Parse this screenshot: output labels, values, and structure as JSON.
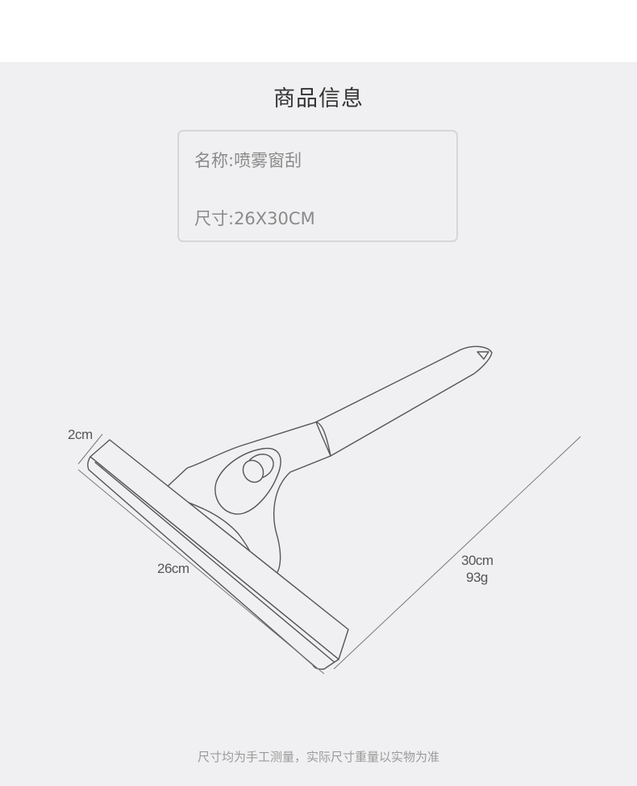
{
  "section_title": "商品信息",
  "product_info": {
    "name_line": "名称:喷雾窗刮",
    "size_line": "尺寸:26X30CM"
  },
  "diagram": {
    "icon": "spray-window-squeegee-illustration",
    "dim_blade_thickness": "2cm",
    "dim_blade_width": "26cm",
    "dim_height": "30cm",
    "weight": "93g"
  },
  "footer_note": "尺寸均为手工测量，实际尺寸重量以实物为准",
  "colors": {
    "page_background": "#ffffff",
    "panel_background": "#f0f0f2",
    "outline": "#555555",
    "box_border": "#d6d6d9"
  }
}
